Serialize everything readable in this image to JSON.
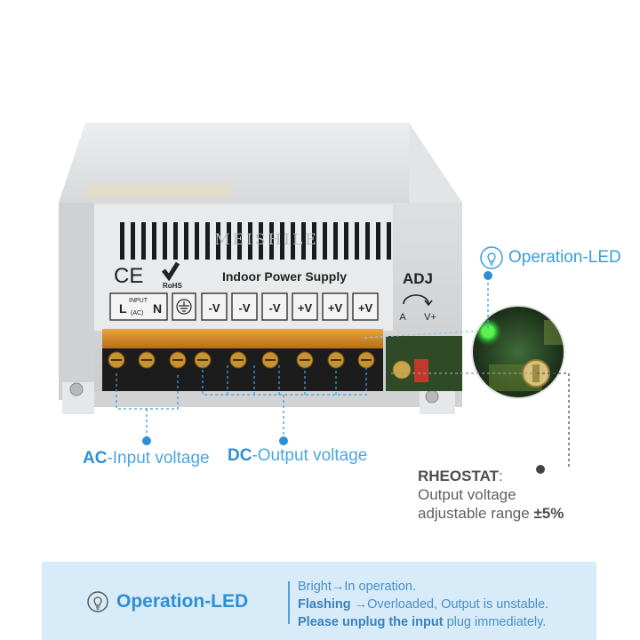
{
  "product": {
    "watermark": "MEISHILE",
    "panel_title": "Indoor Power Supply",
    "adj_label": "ADJ",
    "adj_left": "A",
    "adj_right": "V+",
    "ce_mark": "CE",
    "rohs_mark": "RoHS",
    "input_box": {
      "L": "L",
      "N": "N",
      "top": "INPUT",
      "sub": "(AC)"
    },
    "terminals": [
      "-V",
      "-V",
      "-V",
      "+V",
      "+V",
      "+V"
    ]
  },
  "callouts": {
    "operation_led": "Operation-LED",
    "ac_strong": "AC",
    "ac_rest": "-Input voltage",
    "dc_strong": "DC",
    "dc_rest": "-Output voltage",
    "rheostat_title": "RHEOSTAT",
    "rheostat_colon": ":",
    "rheostat_line1": "Output voltage",
    "rheostat_line2": "adjustable range ",
    "rheostat_pct": "±5%"
  },
  "legend": {
    "title": "Operation-LED",
    "line1": "Bright→In operation.",
    "line2_bold": "Flashing",
    "line2_rest": " →Overloaded, Output is unstable.",
    "line3_bold": "Please unplug the input",
    "line3_rest": " plug immediately."
  },
  "colors": {
    "accent_blue": "#3b9ddb",
    "legend_bg": "#d7ebf8",
    "chassis": "#d9dbdd",
    "terminal_orange": "#d98b22",
    "led_green": "#39d43c"
  }
}
